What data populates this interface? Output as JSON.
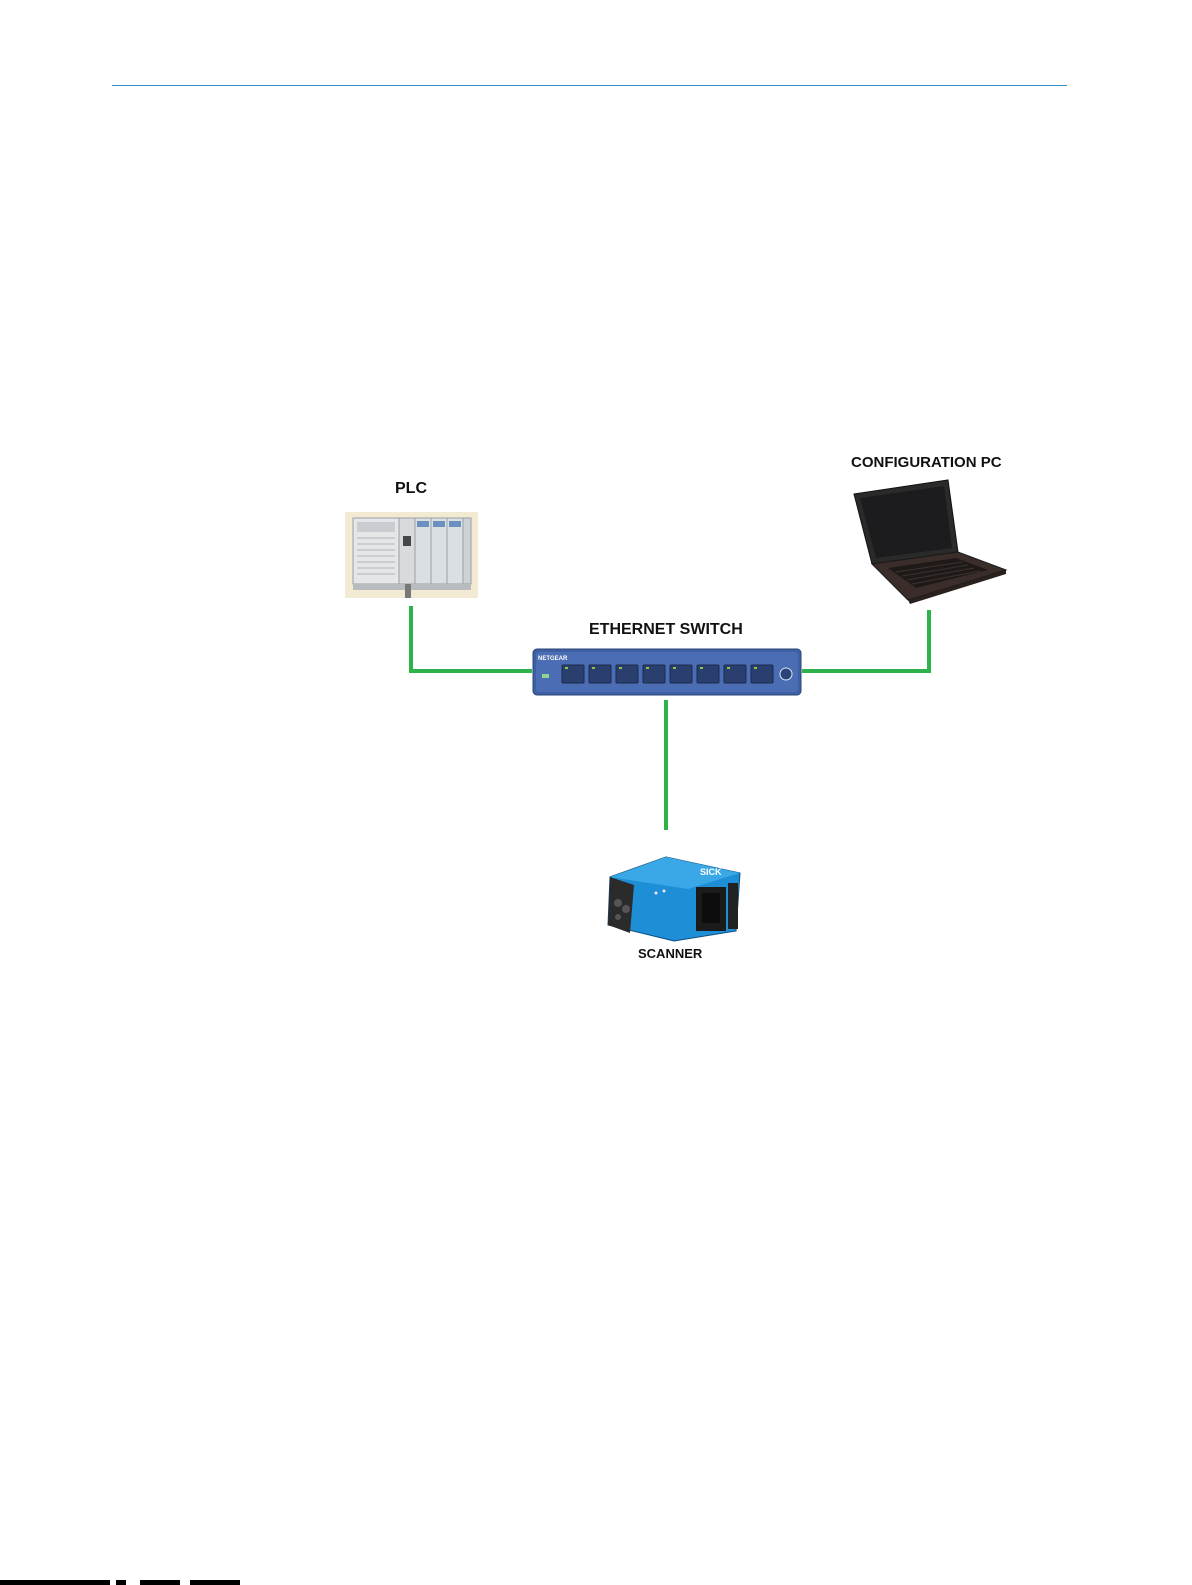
{
  "diagram": {
    "nodes": {
      "plc": {
        "label": "PLC"
      },
      "config_pc": {
        "label": "CONFIGURATION PC"
      },
      "switch": {
        "label": "ETHERNET SWITCH",
        "brand": "NETGEAR",
        "ports": [
          "1",
          "2",
          "3",
          "4",
          "5",
          "6",
          "7",
          "8"
        ]
      },
      "scanner": {
        "label": "SCANNER",
        "brand": "SICK"
      }
    },
    "links": [
      {
        "from": "plc",
        "to": "switch"
      },
      {
        "from": "config_pc",
        "to": "switch"
      },
      {
        "from": "scanner",
        "to": "switch"
      }
    ]
  },
  "colors": {
    "header_rule": "#2e8fc6",
    "link": "#2db34a",
    "switch_body": "#3d5fa3",
    "scanner_body": "#1e8fd6"
  }
}
